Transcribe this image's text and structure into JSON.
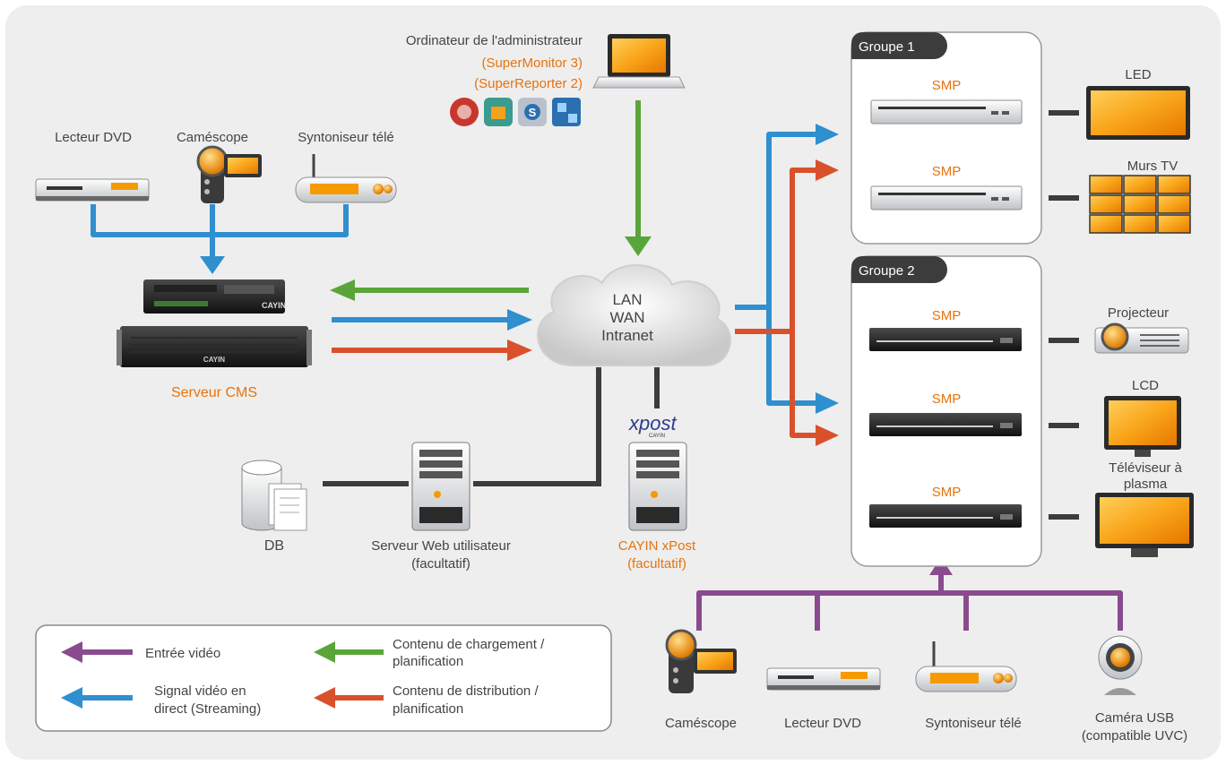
{
  "admin": {
    "title": "Ordinateur de l'administrateur",
    "app1": "(SuperMonitor 3)",
    "app2": "(SuperReporter 2)"
  },
  "sources_top": {
    "dvd": "Lecteur DVD",
    "camcorder": "Caméscope",
    "tuner": "Syntoniseur télé"
  },
  "cms": {
    "label": "Serveur CMS"
  },
  "cloud": {
    "line1": "LAN",
    "line2": "WAN",
    "line3": "Intranet"
  },
  "xpost": {
    "logo": "xpost",
    "logo_small": "CAYIN",
    "label1": "CAYIN xPost",
    "label2": "(facultatif)"
  },
  "db": {
    "label": "DB"
  },
  "webserver": {
    "label1": "Serveur Web utilisateur",
    "label2": "(facultatif)"
  },
  "group1": {
    "title": "Groupe 1",
    "smp1": "SMP",
    "smp2": "SMP"
  },
  "group2": {
    "title": "Groupe 2",
    "smp1": "SMP",
    "smp2": "SMP",
    "smp3": "SMP"
  },
  "device_brand": "CAYIN",
  "displays": {
    "led": "LED",
    "tvwall": "Murs TV",
    "projector": "Projecteur",
    "lcd": "LCD",
    "plasma1": "Téléviseur à",
    "plasma2": "plasma"
  },
  "sources_bottom": {
    "camcorder": "Caméscope",
    "dvd": "Lecteur DVD",
    "tuner": "Syntoniseur télé",
    "usbcam1": "Caméra USB",
    "usbcam2": "(compatible UVC)"
  },
  "legend": {
    "video_in": "Entrée vidéo",
    "stream1": "Signal vidéo en",
    "stream2": "direct (Streaming)",
    "upload1": "Contenu de chargement /",
    "upload2": "planification",
    "dist1": "Contenu de distribution /",
    "dist2": "planification"
  },
  "colors": {
    "blue": "#2f8fcf",
    "green": "#5aa53a",
    "red": "#d9512b",
    "purple": "#8a4b8e",
    "gray": "#3c3c3c",
    "accent": "#e8720c",
    "background": "#eeeeee"
  }
}
